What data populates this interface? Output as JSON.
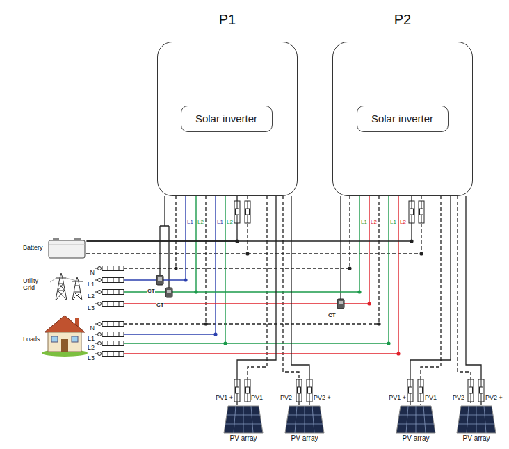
{
  "diagram": {
    "nodes": [
      {
        "text": [
          "P1"
        ]
      },
      {
        "text": [
          "Solar inverter"
        ],
        "in": 0
      },
      {
        "text": [
          "P2"
        ]
      },
      {
        "text": [
          "Solar inverter"
        ],
        "in": 2
      },
      {
        "text": [
          "Battery"
        ]
      },
      {
        "text": [
          "PV array"
        ]
      },
      {
        "text": [
          "PV array"
        ]
      },
      {
        "text": [
          "PV array"
        ]
      },
      {
        "text": [
          "PV array"
        ]
      }
    ],
    "edges": [
      {
        "from": 4,
        "to": 0,
        "arrow": "none"
      },
      {
        "from": 4,
        "to": 2,
        "arrow": "none"
      },
      {
        "from": 0,
        "to": 5,
        "arrow": "none"
      },
      {
        "from": 0,
        "to": 6,
        "arrow": "none"
      },
      {
        "from": 2,
        "to": 7,
        "arrow": "none"
      },
      {
        "from": 2,
        "to": 8,
        "arrow": "none"
      }
    ],
    "labels": [
      "N",
      "L1",
      "L2",
      "L3",
      "Utility Grid",
      "N",
      "L1",
      "L2",
      "L3",
      "Loads",
      "L1",
      "L2",
      "L1",
      "L2",
      "L1",
      "L2",
      "L1",
      "L2",
      "CT",
      "CT",
      "CT",
      "PV1 +",
      "PV1 -",
      "PV2-",
      "PV2 +",
      "PV1 +",
      "PV1 -",
      "PV2-",
      "PV2 +"
    ]
  }
}
